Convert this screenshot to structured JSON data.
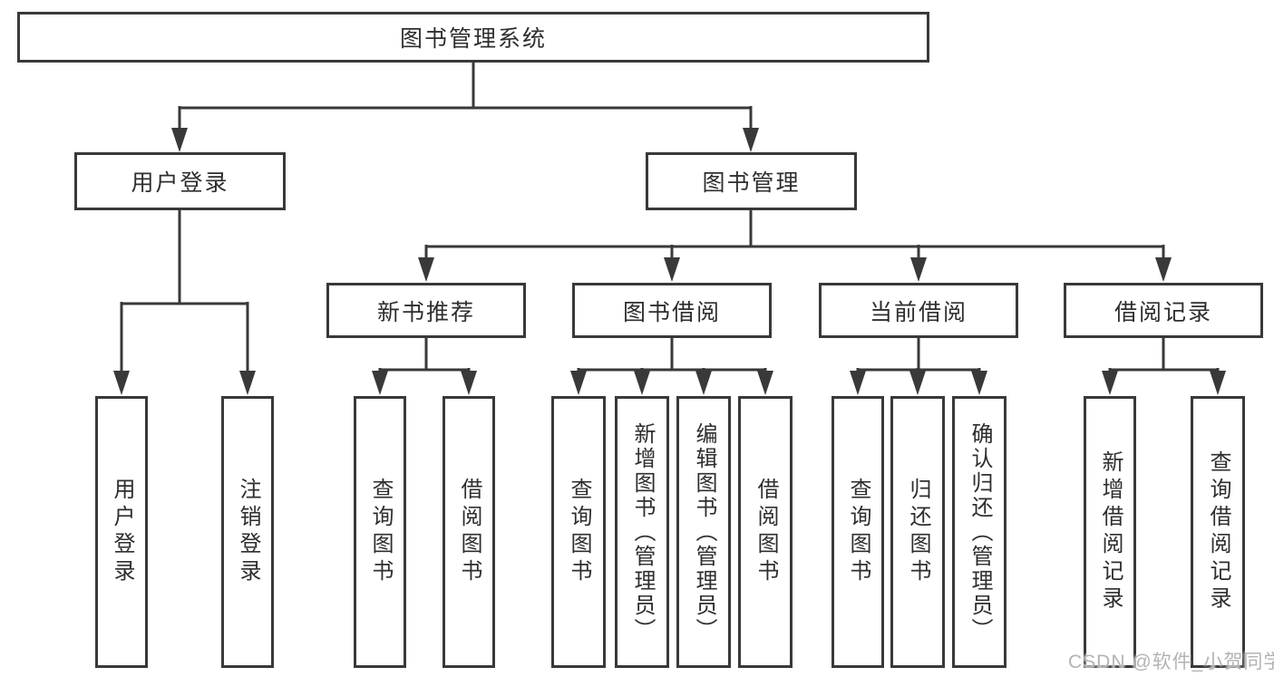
{
  "nodes": {
    "root": "图书管理系统",
    "user_login": "用户登录",
    "book_management": "图书管理",
    "new_book_recommend": "新书推荐",
    "book_borrowing": "图书借阅",
    "current_borrowing": "当前借阅",
    "borrowing_records": "借阅记录"
  },
  "leaves": [
    {
      "group": "用户登录",
      "label": "用户登录"
    },
    {
      "group": "用户登录",
      "label": "注销登录"
    },
    {
      "group": "新书推荐",
      "label": "查询图书"
    },
    {
      "group": "新书推荐",
      "label": "借阅图书"
    },
    {
      "group": "图书借阅",
      "label": "查询图书"
    },
    {
      "group": "图书借阅",
      "label": "新增图书（管理员）"
    },
    {
      "group": "图书借阅",
      "label": "编辑图书（管理员）"
    },
    {
      "group": "图书借阅",
      "label": "借阅图书"
    },
    {
      "group": "当前借阅",
      "label": "查询图书"
    },
    {
      "group": "当前借阅",
      "label": "归还图书"
    },
    {
      "group": "当前借阅",
      "label": "确认归还（管理员）"
    },
    {
      "group": "借阅记录",
      "label": "新增借阅记录"
    },
    {
      "group": "借阅记录",
      "label": "查询借阅记录"
    }
  ],
  "watermark": "CSDN @软件_小贺同学",
  "colors": {
    "line": "#393939",
    "box_border": "#393939",
    "text": "#2e2e2e",
    "watermark": "#b3b3b3",
    "background": "#ffffff"
  }
}
